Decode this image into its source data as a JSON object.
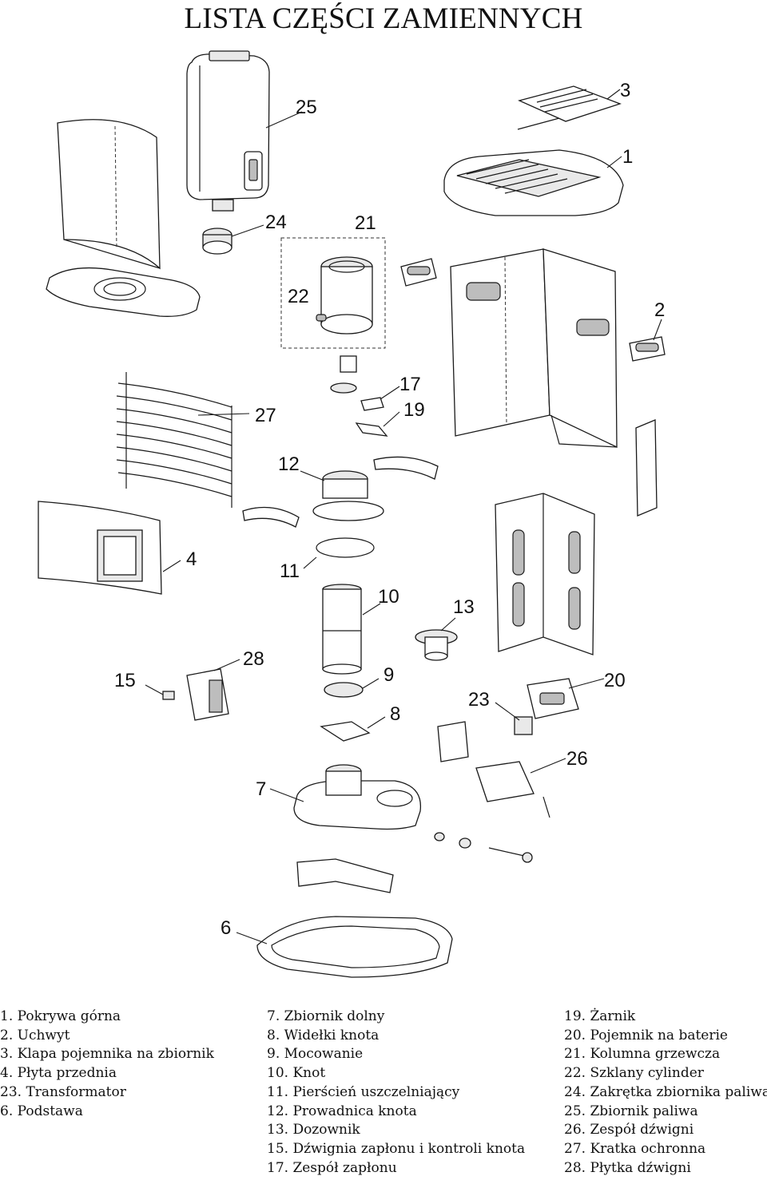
{
  "title": "LISTA CZĘŚCI ZAMIENNYCH",
  "callouts": {
    "c1": "1",
    "c2": "2",
    "c3": "3",
    "c4": "4",
    "c6": "6",
    "c7": "7",
    "c8": "8",
    "c9": "9",
    "c10": "10",
    "c11": "11",
    "c12": "12",
    "c13": "13",
    "c15": "15",
    "c17": "17",
    "c19": "19",
    "c20": "20",
    "c21": "21",
    "c22": "22",
    "c23": "23",
    "c24": "24",
    "c25": "25",
    "c26": "26",
    "c27": "27",
    "c28": "28"
  },
  "legend": {
    "col1": [
      "1. Pokrywa górna",
      "2. Uchwyt",
      "3. Klapa pojemnika na zbiornik",
      "4. Płyta przednia",
      "23. Transformator",
      "6. Podstawa"
    ],
    "col2": [
      "7. Zbiornik dolny",
      "8. Widełki knota",
      "9. Mocowanie",
      "10. Knot",
      "11. Pierścień uszczelniający",
      "12. Prowadnica knota",
      "13. Dozownik",
      "15. Dźwignia zapłonu i kontroli knota",
      "17. Zespół zapłonu"
    ],
    "col3": [
      "19. Żarnik",
      "20. Pojemnik na baterie",
      "21. Kolumna grzewcza",
      "22. Szklany cylinder",
      "24. Zakrętka zbiornika paliwa",
      "25. Zbiornik paliwa",
      "26. Zespół dźwigni",
      "27. Kratka ochronna",
      "28. Płytka dźwigni"
    ]
  }
}
